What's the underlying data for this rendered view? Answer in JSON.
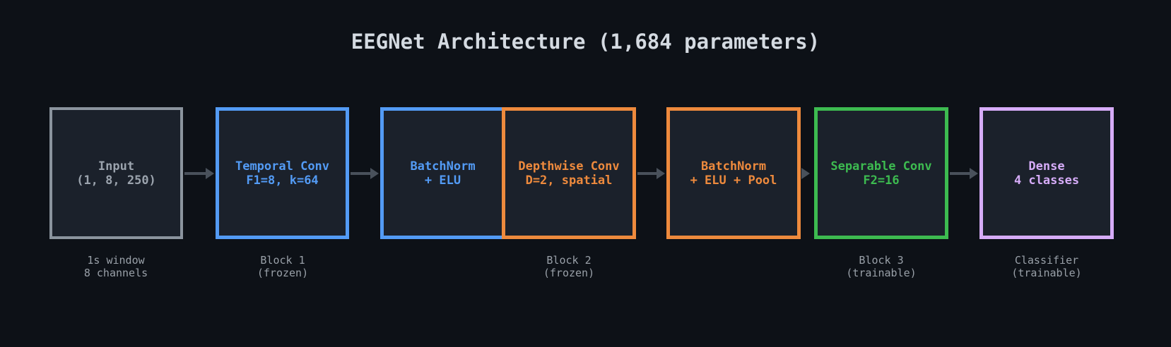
{
  "title": "EEGNet Architecture (1,684 parameters)",
  "colors": {
    "background": "#0d1117",
    "node_fill": "#1b212b",
    "input_gray": "#8b949e",
    "block1_blue": "#539bf5",
    "block2_orange": "#ee8a3d",
    "block3_green": "#3dbb50",
    "classifier_purple": "#d6acf8",
    "arrow_gray": "#49515b",
    "caption_gray": "#99a0a8",
    "title_text": "#d4dae1"
  },
  "nodes": [
    {
      "id": "input",
      "line1": "Input",
      "line2": "(1, 8, 250)",
      "color_role": "input_gray"
    },
    {
      "id": "temporal-conv",
      "line1": "Temporal Conv",
      "line2": "F1=8, k=64",
      "color_role": "block1_blue"
    },
    {
      "id": "batchnorm-elu",
      "line1": "BatchNorm",
      "line2": "+ ELU",
      "color_role": "block1_blue"
    },
    {
      "id": "depthwise-conv",
      "line1": "Depthwise Conv",
      "line2": "D=2, spatial",
      "color_role": "block2_orange"
    },
    {
      "id": "batchnorm-elu-pool",
      "line1": "BatchNorm",
      "line2": "+ ELU + Pool",
      "color_role": "block2_orange"
    },
    {
      "id": "separable-conv",
      "line1": "Separable Conv",
      "line2": "F2=16",
      "color_role": "block3_green"
    },
    {
      "id": "dense",
      "line1": "Dense",
      "line2": "4 classes",
      "color_role": "classifier_purple"
    }
  ],
  "captions": [
    {
      "id": "input-caption",
      "line1": "1s window",
      "line2": "8 channels"
    },
    {
      "id": "block-1-caption",
      "line1": "Block 1",
      "line2": "(frozen)"
    },
    {
      "id": "block-2-caption",
      "line1": "Block 2",
      "line2": "(frozen)"
    },
    {
      "id": "block-3-caption",
      "line1": "Block 3",
      "line2": "(trainable)"
    },
    {
      "id": "classifier-caption",
      "line1": "Classifier",
      "line2": "(trainable)"
    }
  ]
}
